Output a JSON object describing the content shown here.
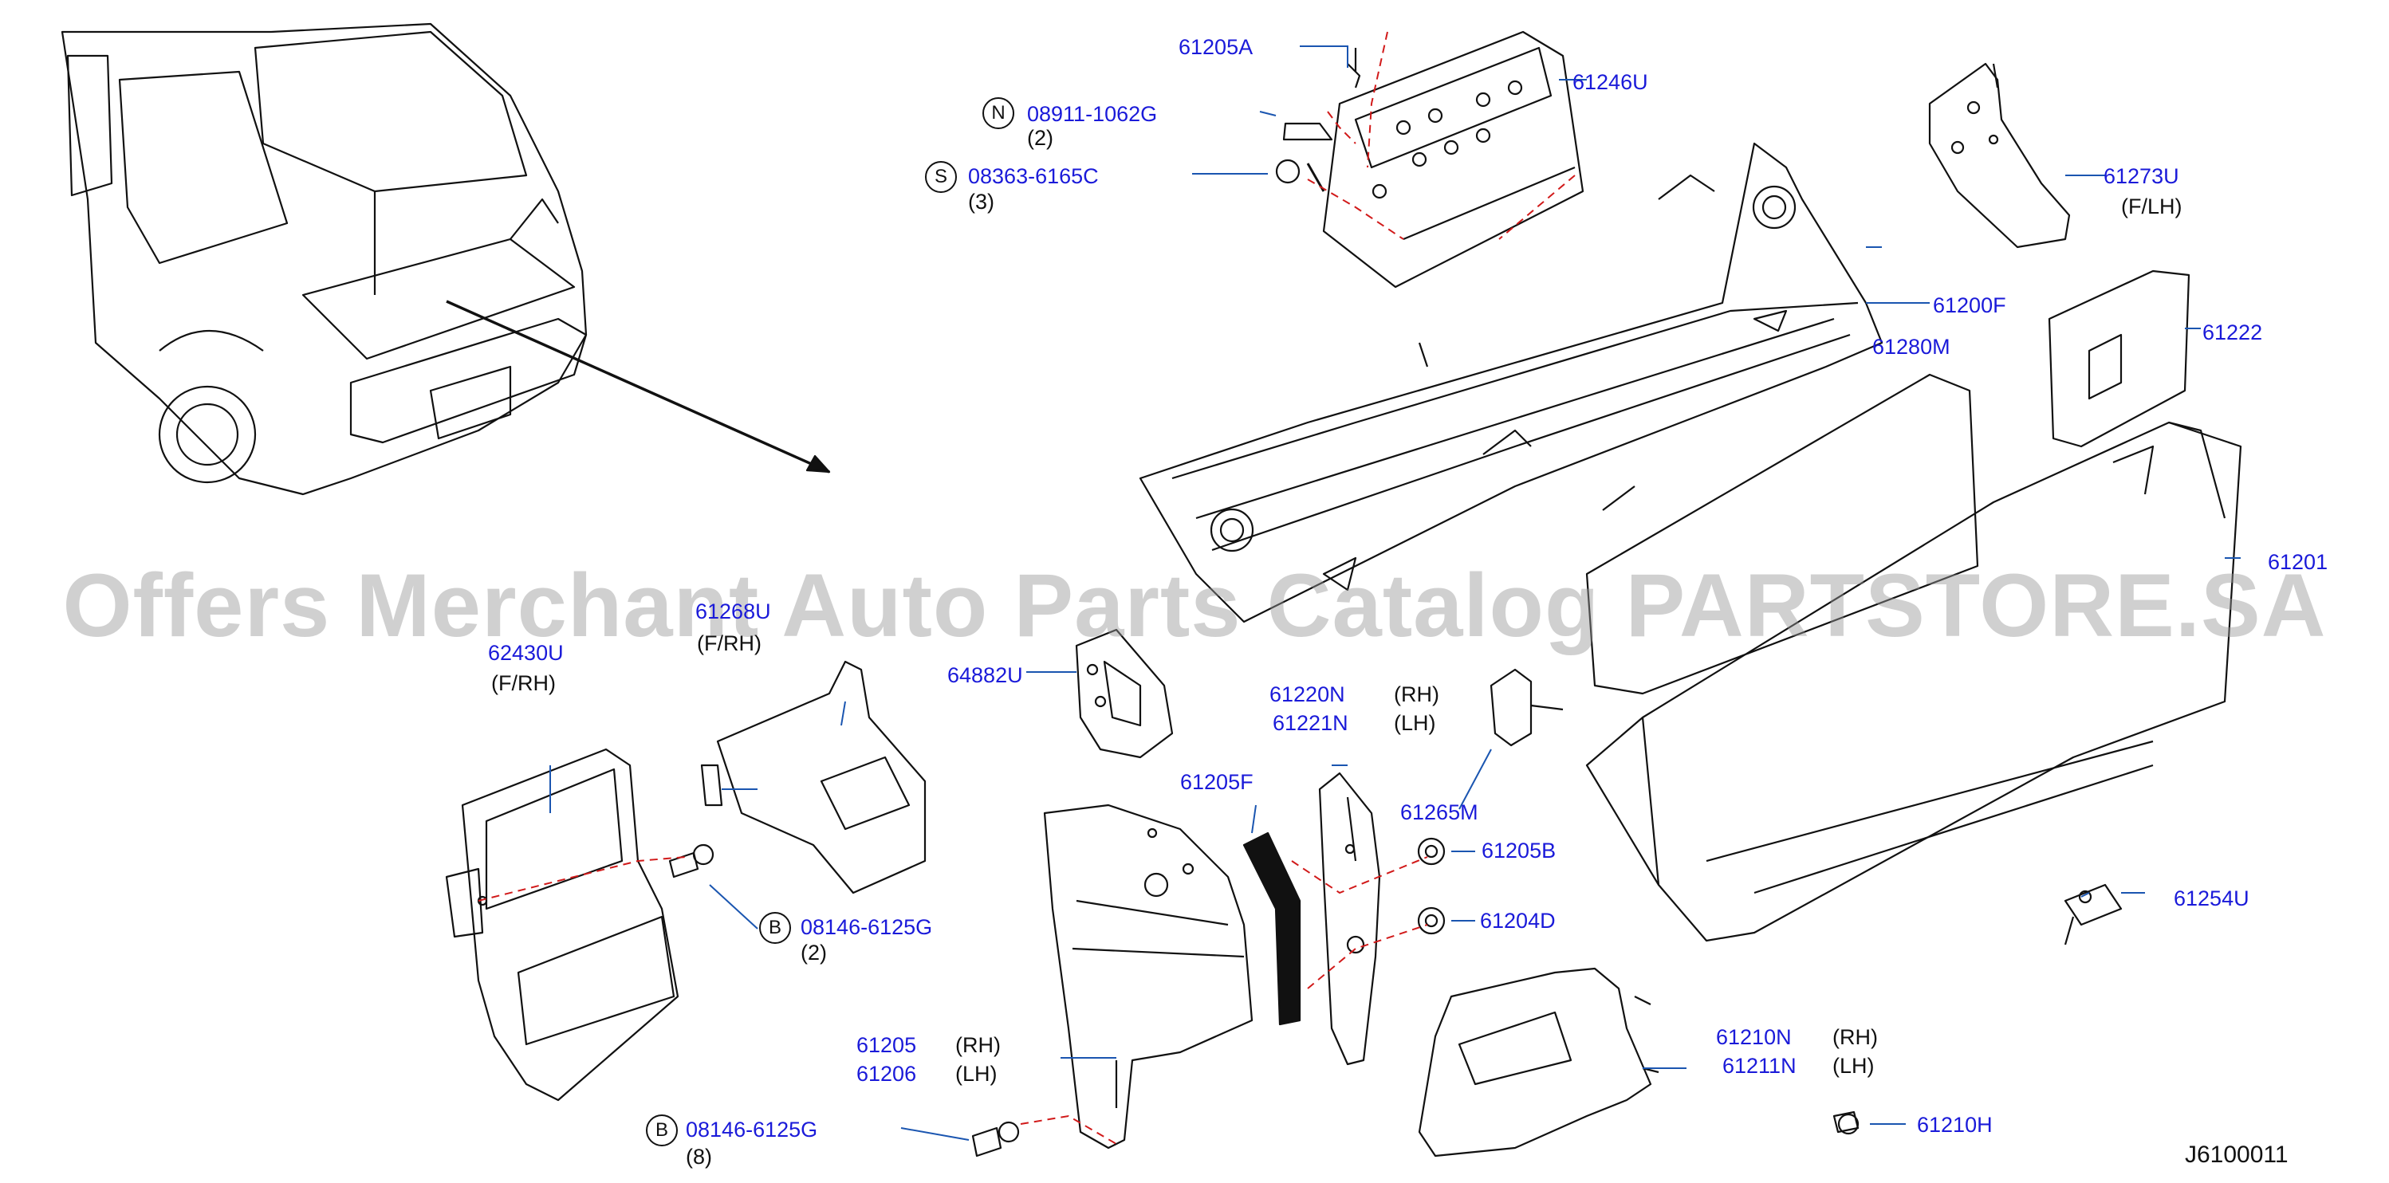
{
  "watermark": "Offers Merchant Auto Parts Catalog PARTSTORE.SA",
  "diagram_code": "J6100011",
  "colors": {
    "part_number": "#1a1ad9",
    "linework": "#111111",
    "dash": "#d11a1a",
    "leader": "#1a55b0"
  },
  "labels": {
    "p61205A": "61205A",
    "p61246U": "61246U",
    "p08911": "08911-1062G",
    "q08911": "(2)",
    "p08363": "08363-6165C",
    "q08363": "(3)",
    "p61273U": "61273U",
    "s61273U": "(F/LH)",
    "p61200F": "61200F",
    "p61280M": "61280M",
    "p61222": "61222",
    "p61201": "61201",
    "p61268U": "61268U",
    "s61268U": "(F/RH)",
    "p62430U": "62430U",
    "s62430U": "(F/RH)",
    "p64882U": "64882U",
    "p61220N": "61220N",
    "s61220N": "(RH)",
    "p61221N": "61221N",
    "s61221N": "(LH)",
    "p61205F": "61205F",
    "p61265M": "61265M",
    "p61205B": "61205B",
    "p61204D": "61204D",
    "p61254U": "61254U",
    "p08146a": "08146-6125G",
    "q08146a": "(2)",
    "p61205": "61205",
    "s61205": "(RH)",
    "p61206": "61206",
    "s61206": "(LH)",
    "p61210N": "61210N",
    "s61210N": "(RH)",
    "p61211N": "61211N",
    "s61211N": "(LH)",
    "p61210H": "61210H",
    "p08146b": "08146-6125G",
    "q08146b": "(8)"
  },
  "symbols": {
    "nut": "N",
    "screw": "S",
    "bolt_a": "B",
    "bolt_b": "B"
  }
}
